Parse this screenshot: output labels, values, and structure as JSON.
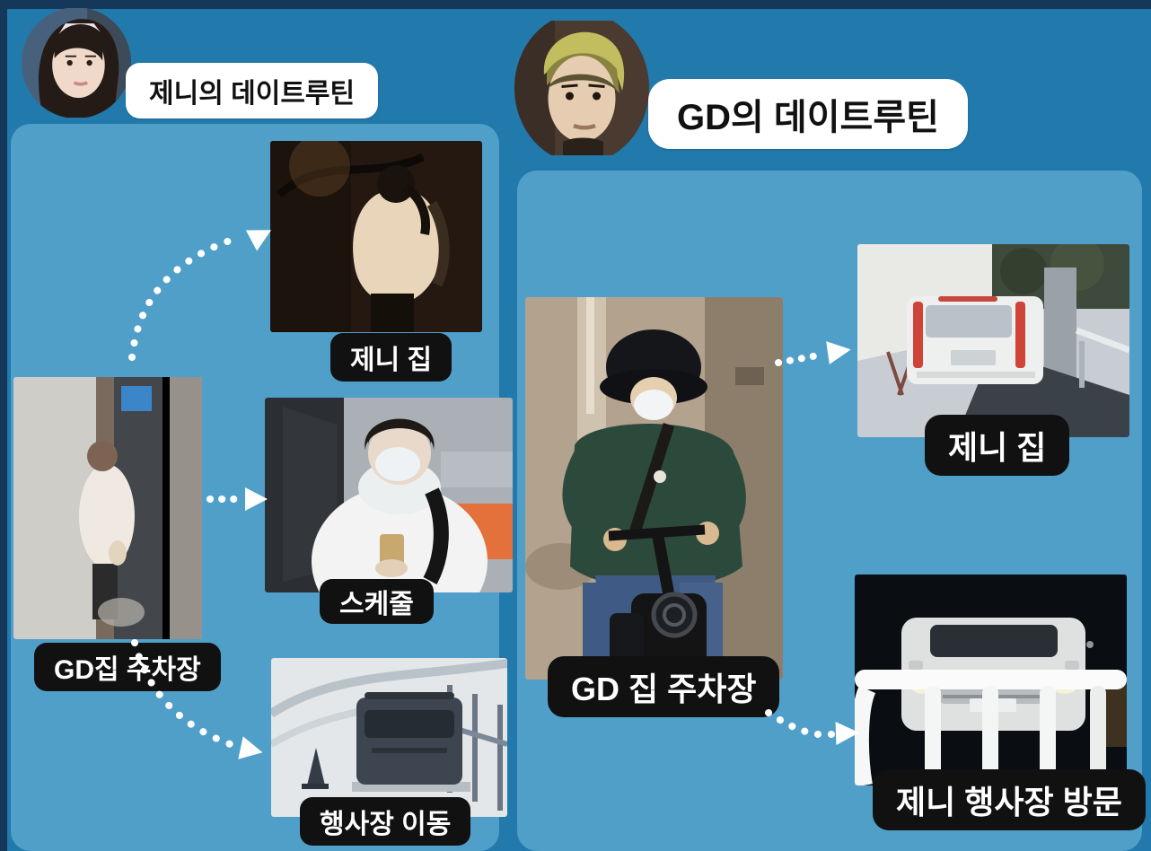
{
  "colors": {
    "background": "#2179ac",
    "panel": "#4f9fc9",
    "frame": "#15375a",
    "pill_bg": "#111111",
    "pill_text": "#ffffff",
    "bubble_bg": "#ffffff",
    "bubble_text": "#111111",
    "arrow": "#ffffff",
    "taillight_red": "#d04338"
  },
  "jennie_section": {
    "title": "제니의 데이트루틴",
    "avatar": "jennie-face",
    "source": {
      "label": "GD집 주차장"
    },
    "destinations": [
      {
        "label": "제니 집"
      },
      {
        "label": "스케줄"
      },
      {
        "label": "행사장 이동"
      }
    ]
  },
  "gd_section": {
    "title": "GD의 데이트루틴",
    "avatar": "gd-face",
    "source": {
      "label": "GD 집 주차장"
    },
    "destinations": [
      {
        "label": "제니 집"
      },
      {
        "label": "제니 행사장 방문"
      }
    ]
  }
}
